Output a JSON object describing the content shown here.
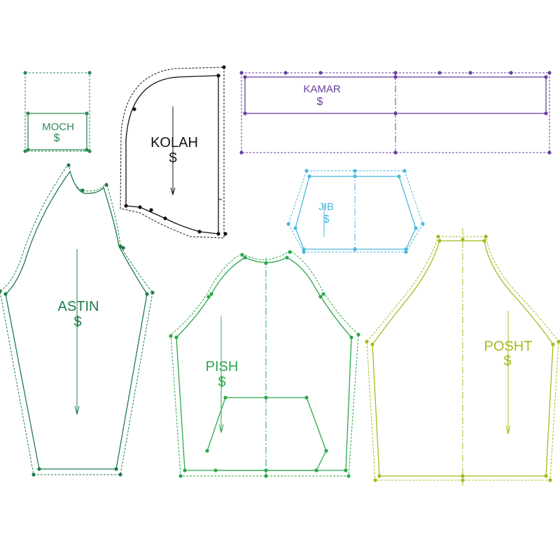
{
  "pieces": {
    "moch": {
      "label": "MOCH",
      "symbol": "$",
      "color": "#2e8b57"
    },
    "kolah": {
      "label": "KOLAH",
      "symbol": "$",
      "color": "#111111"
    },
    "kamar": {
      "label": "KAMAR",
      "symbol": "$",
      "color": "#6a3fa0"
    },
    "jib": {
      "label": "JIB",
      "symbol": "$",
      "color": "#4ab8dc"
    },
    "astin": {
      "label": "ASTIN",
      "symbol": "$",
      "color": "#1e7d4a"
    },
    "pish": {
      "label": "PISH",
      "symbol": "$",
      "color": "#2aa84a"
    },
    "posht": {
      "label": "POSHT",
      "symbol": "$",
      "color": "#a8b81e"
    }
  }
}
